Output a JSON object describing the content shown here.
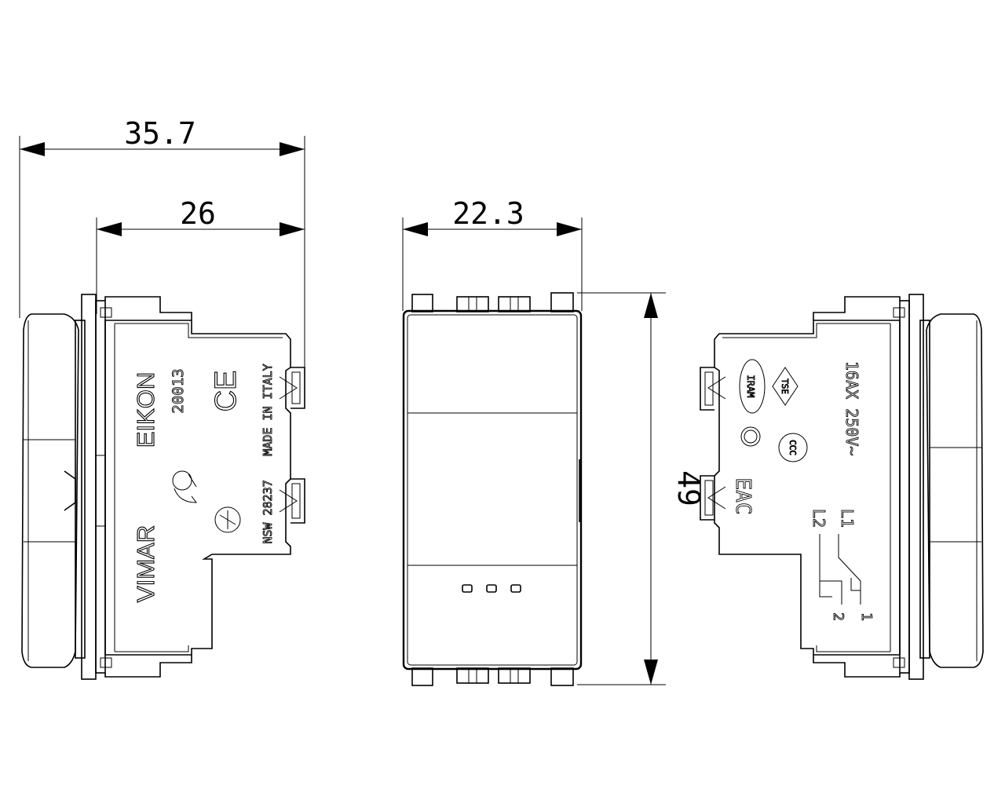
{
  "dimensions": {
    "overall_depth": "35.7",
    "body_depth": "26",
    "front_width": "22.3",
    "front_height": "49"
  },
  "left_view_markings": {
    "brand": "VIMAR",
    "series": "EIKON",
    "code": "20013",
    "origin": "MADE IN ITALY",
    "approval": "NSW 28237",
    "ce_mark": "CE"
  },
  "right_view_markings": {
    "rating": "16AX 250V~",
    "iram": "IRAM",
    "tse": "TSE",
    "ccc": "CCC",
    "eac": "EAC",
    "terminal_l1": "L1",
    "terminal_l2": "L2",
    "contact_1": "1",
    "contact_2": "2"
  }
}
